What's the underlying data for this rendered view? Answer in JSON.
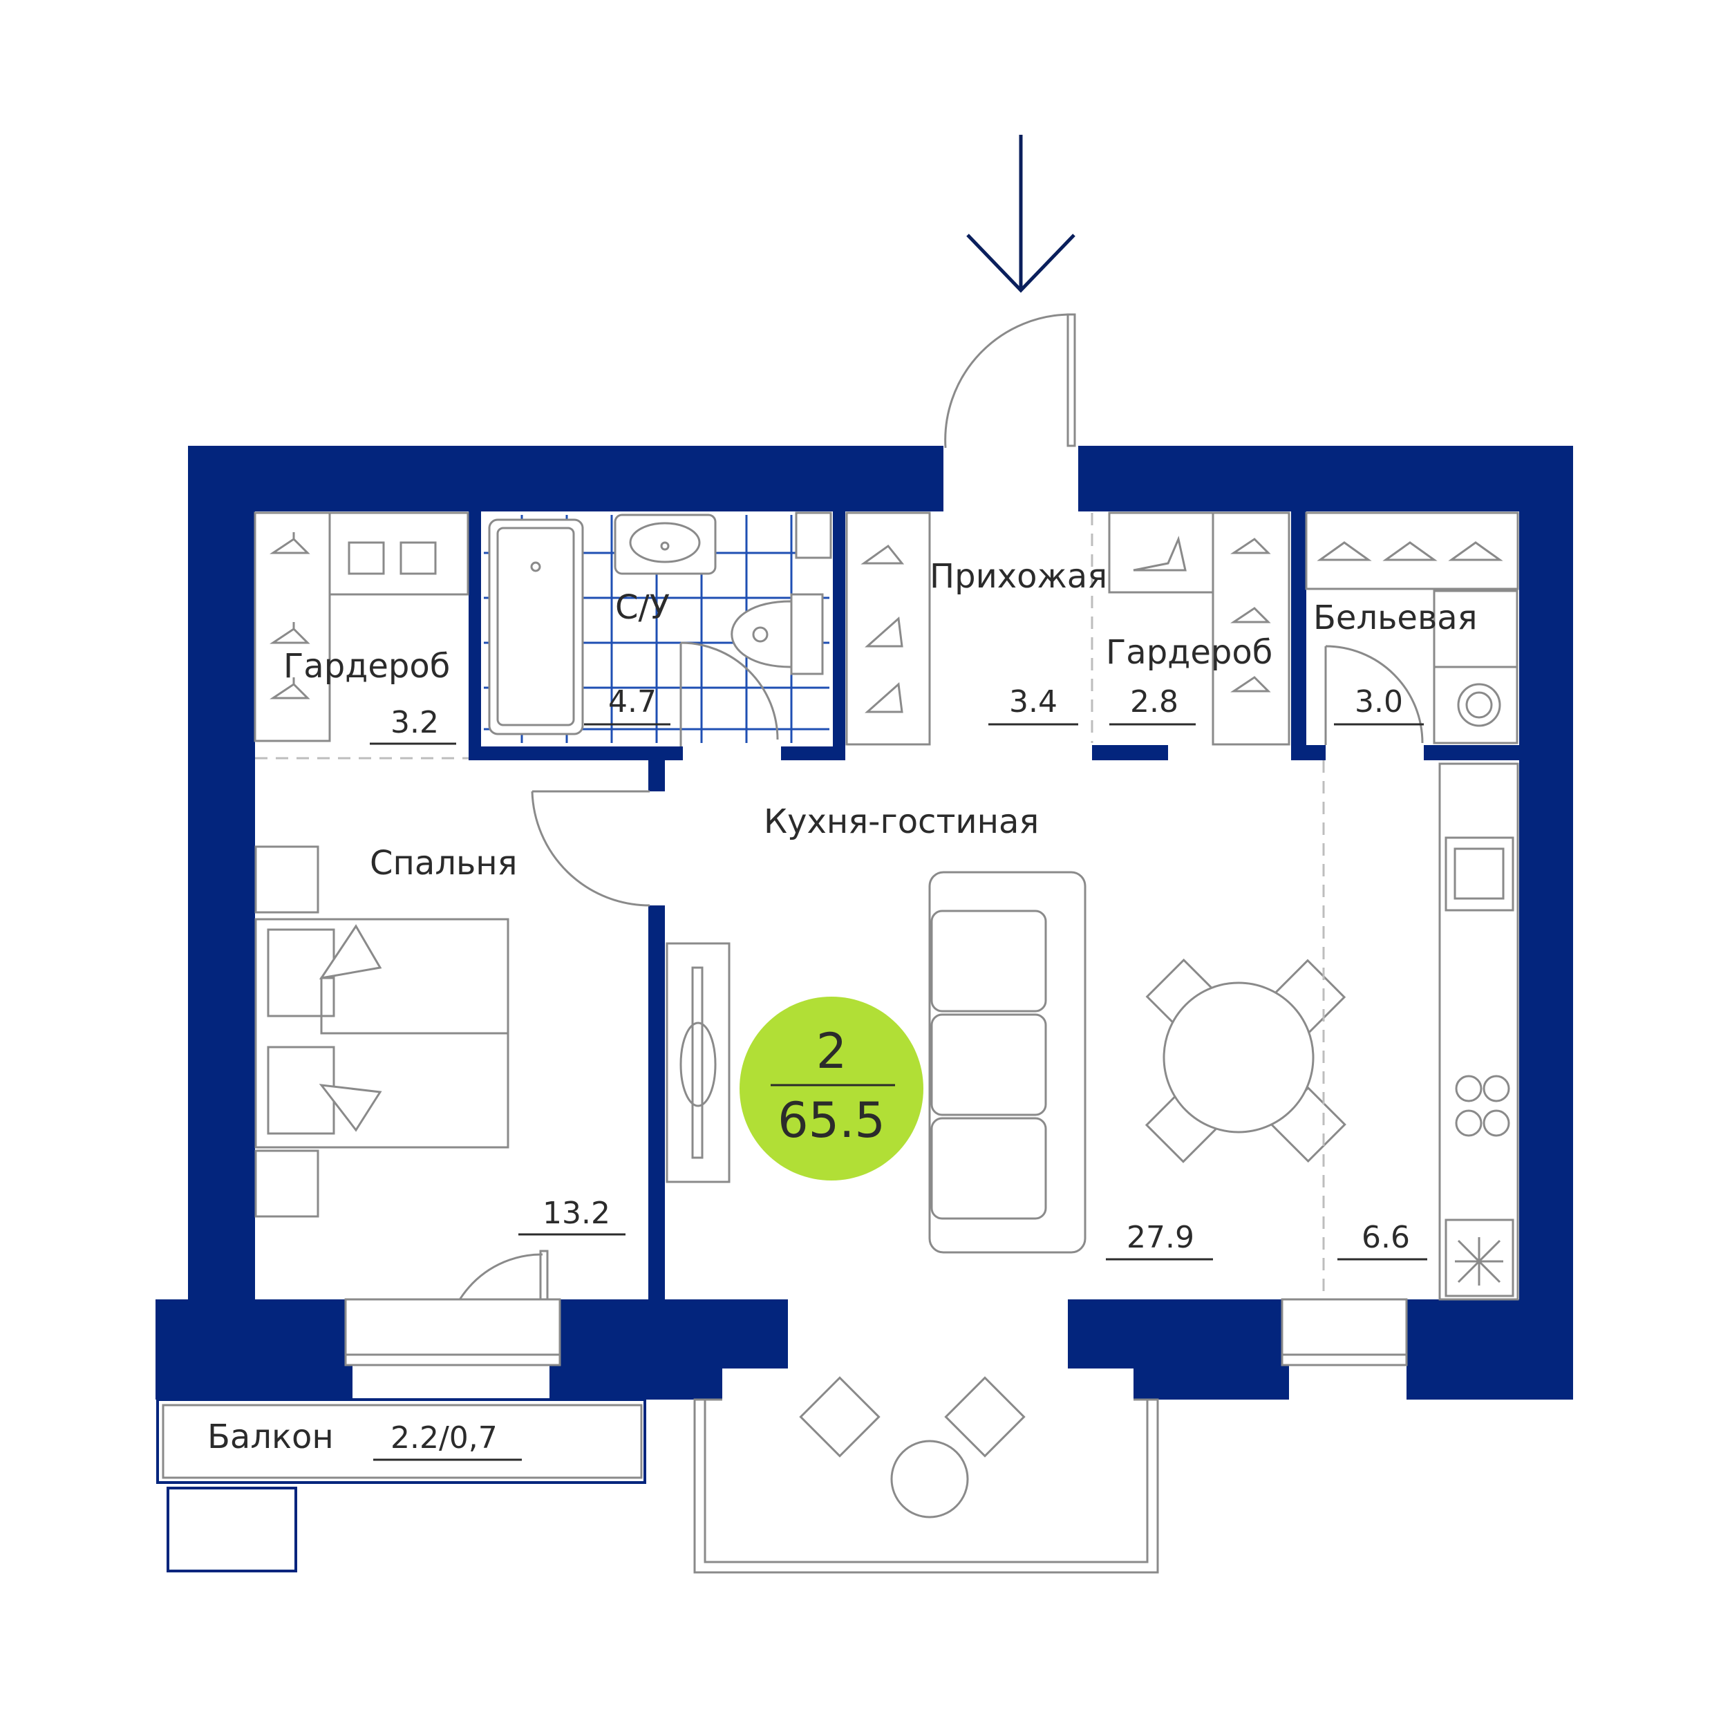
{
  "accent_color": "#03257d",
  "badge_color": "#b1df36",
  "badge": {
    "rooms": "2",
    "total_area": "65.5"
  },
  "entrance_icon": "arrow-down-icon",
  "rooms": [
    {
      "name": "Гардероб",
      "area": "3.2"
    },
    {
      "name": "С/У",
      "area": "4.7"
    },
    {
      "name": "Прихожая",
      "area": "3.4"
    },
    {
      "name": "Гардероб",
      "area": "2.8"
    },
    {
      "name": "Бельевая",
      "area": "3.0"
    },
    {
      "name": "Спальня",
      "area": "13.2"
    },
    {
      "name": "Кухня-гостиная",
      "area": "27.9"
    },
    {
      "name": "",
      "area": "6.6"
    },
    {
      "name": "Балкон",
      "area": "2.2/0,7"
    }
  ]
}
